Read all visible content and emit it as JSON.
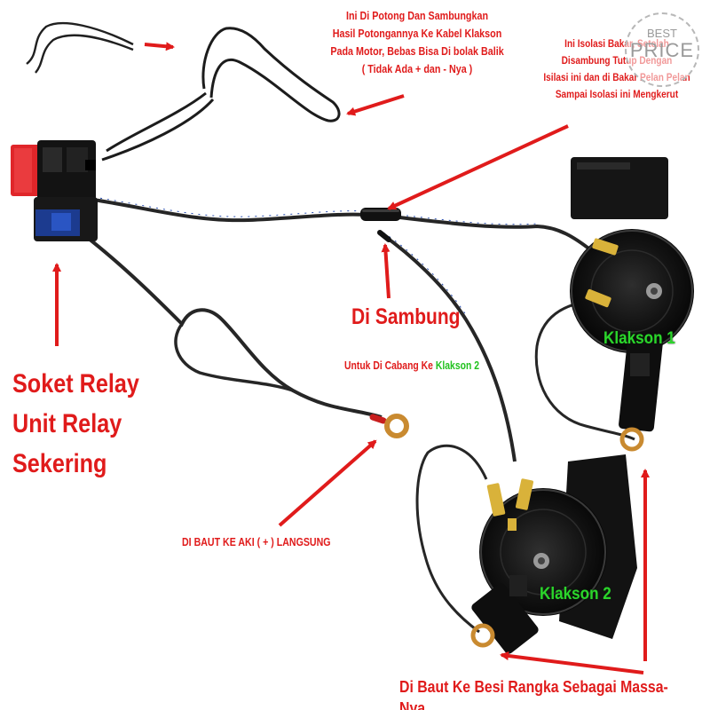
{
  "annotations": {
    "top_note": [
      "Ini Di Potong Dan Sambungkan",
      "Hasil Potongannya Ke Kabel Klakson",
      "Pada Motor, Bebas Bisa Di bolak Balik",
      "( Tidak Ada + dan - Nya )"
    ],
    "insulation_note": [
      "Ini Isolasi Bakar, Setelah",
      "Disambung Tutup Dengan",
      "Isilasi ini dan di Bakar Pelan Pelan",
      "Sampai Isolasi ini Mengkerut"
    ],
    "socket_note": [
      "Soket Relay",
      "Unit Relay",
      "Sekering"
    ],
    "sambung_title": "Di Sambung",
    "cabang_prefix": "Untuk Di Cabang Ke ",
    "cabang_target": "Klakson 2",
    "aki_note": "DI BAUT KE AKI ( + ) LANGSUNG",
    "massa_note": "Di Baut Ke Besi Rangka Sebagai Massa-Nya"
  },
  "horn_labels": {
    "horn_1": "Klakson 1",
    "horn_2": "Klakson 2"
  },
  "watermark": {
    "line_1": "BEST",
    "line_2": "PRICE"
  },
  "colors": {
    "annotation_red": "#e01b1b",
    "label_green": "#22c21f",
    "relay_red": "#e0262a",
    "relay_body": "#141414",
    "wire": "#2a2a2a",
    "ring_terminal": "#c98a30",
    "spade_terminal": "#d9b23a"
  },
  "icons": {
    "relay": "relay-socket-icon",
    "horn": "disc-horn-icon",
    "arrow": "red-arrow-icon",
    "ring_terminal": "ring-terminal-icon"
  }
}
